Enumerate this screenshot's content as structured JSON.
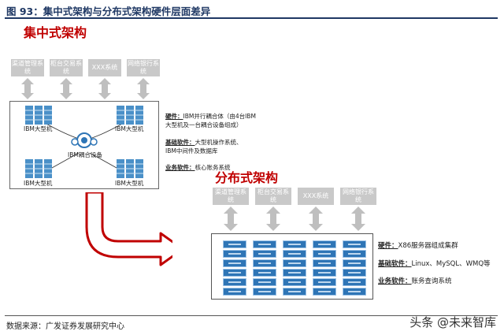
{
  "figure": {
    "title": "图 93：集中式架构与分布式架构硬件层面差异"
  },
  "centralized": {
    "title": "集中式架构",
    "channels": [
      "渠道管理系统",
      "柜台交易系统",
      "XXX系统",
      "网络银行系统"
    ],
    "mainframe_label": "IBM大型机",
    "coupler_label": "IBM耦合设备",
    "desc": [
      {
        "key": "硬件：",
        "text": "IBM并行耦合体（由4台IBM"
      },
      {
        "key": "",
        "text": "大型机及一台耦合设备组成）"
      },
      {
        "key": "基础软件：",
        "text": "大型机操作系统、"
      },
      {
        "key": "",
        "text": "IBM中间件及数据库"
      },
      {
        "key": "业务软件：",
        "text": "核心账务系统"
      }
    ]
  },
  "distributed": {
    "title": "分布式架构",
    "channels": [
      "渠道管理系统",
      "柜台交易系统",
      "XXX系统",
      "网络银行系统"
    ],
    "desc": [
      {
        "key": "硬件：",
        "text": "X86服务器组成集群"
      },
      {
        "key": "基础软件：",
        "text": "Linux、MySQL、WMQ等"
      },
      {
        "key": "业务软件：",
        "text": "账务查询系统"
      }
    ]
  },
  "footer": {
    "source": "数据来源：广发证券发展研究中心",
    "watermark": "头条 @未来智库"
  },
  "colors": {
    "title_blue": "#1f3864",
    "accent_red": "#c00000",
    "server_blue": "#2e75b6",
    "channel_gray": "#c9c9c9",
    "arrow_gray": "#bfbfbf"
  }
}
